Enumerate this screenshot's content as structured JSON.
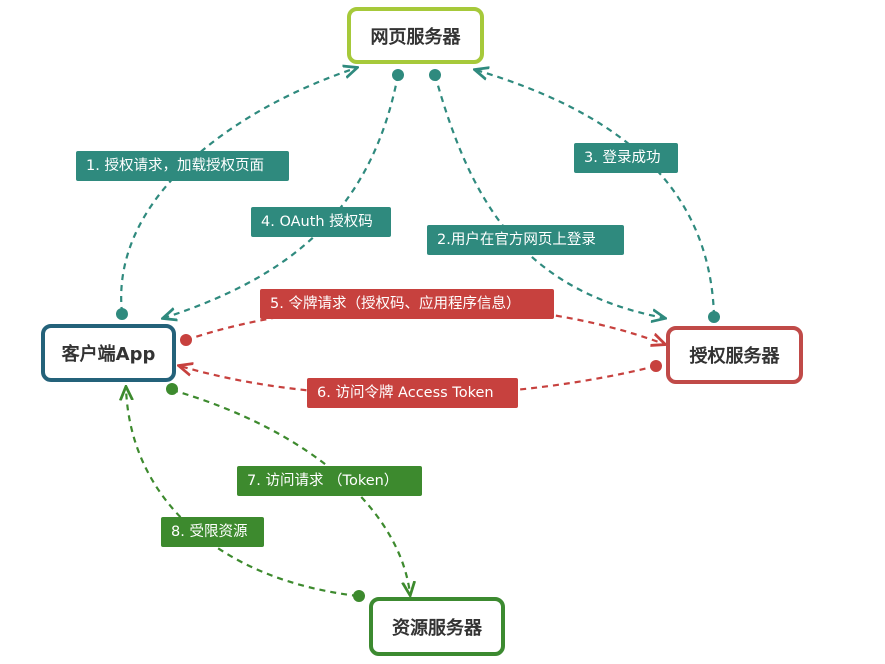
{
  "nodes": {
    "web_server": "网页服务器",
    "client_app": "客户端App",
    "auth_server": "授权服务器",
    "resource_server": "资源服务器"
  },
  "steps": {
    "s1": "1. 授权请求，加载授权页面",
    "s2": "2.用户在官方网页上登录",
    "s3": "3. 登录成功",
    "s4": "4. OAuth 授权码",
    "s5": "5. 令牌请求（授权码、应用程序信息）",
    "s6": "6. 访问令牌 Access Token",
    "s7": "7. 访问请求 （Token）",
    "s8": "8. 受限资源"
  },
  "colors": {
    "teal": "#2f8a7e",
    "red": "#c7413e",
    "green": "#3d8a2e",
    "web_border": "#a6c93a",
    "client_border": "#24627a",
    "auth_border": "#c04a48",
    "resource_border": "#3c8a30"
  }
}
